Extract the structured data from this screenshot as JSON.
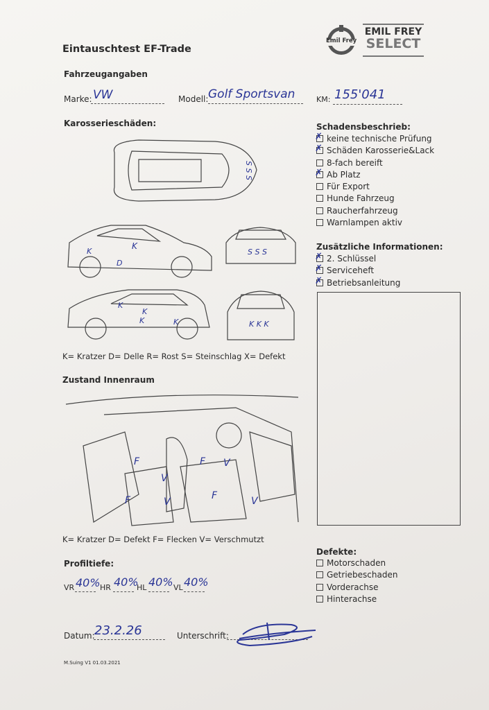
{
  "logo": {
    "emblem_text": "Emil Frey",
    "line1": "EMIL FREY",
    "line2": "SELECT"
  },
  "title": "Eintauschtest EF-Trade",
  "vehicle": {
    "heading": "Fahrzeugangaben",
    "brand_label": "Marke:",
    "brand_value": "VW",
    "model_label": "Modell:",
    "model_value": "Golf Sportsvan",
    "km_label": "KM:",
    "km_value": "155'041"
  },
  "body_damage": {
    "heading": "Karosserieschäden:",
    "marks": {
      "top": "S S S",
      "side1_k": "K",
      "side1_k2": "K",
      "side1_d": "D",
      "front": "S S S",
      "side2_k1": "K",
      "side2_k2": "K",
      "side2_k3": "K",
      "side2_k4": "K",
      "rear": "K K K"
    },
    "legend": "K= Kratzer D= Delle R= Rost S= Steinschlag X= Defekt"
  },
  "interior": {
    "heading": "Zustand Innenraum",
    "marks": [
      "F",
      "V",
      "F",
      "V",
      "F",
      "V",
      "F",
      "V"
    ],
    "legend": "K= Kratzer D= Defekt F= Flecken V= Verschmutzt"
  },
  "damage_description": {
    "heading": "Schadensbeschrieb:",
    "items": [
      {
        "label": "keine technische Prüfung",
        "checked": true
      },
      {
        "label": "Schäden Karosserie&Lack",
        "checked": true
      },
      {
        "label": "8-fach bereift",
        "checked": false
      },
      {
        "label": "Ab Platz",
        "checked": true
      },
      {
        "label": "Für Export",
        "checked": false
      },
      {
        "label": "Hunde Fahrzeug",
        "checked": false
      },
      {
        "label": "Raucherfahrzeug",
        "checked": false
      },
      {
        "label": "Warnlampen aktiv",
        "checked": false
      }
    ]
  },
  "additional_info": {
    "heading": "Zusätzliche Informationen:",
    "items": [
      {
        "label": "2. Schlüssel",
        "checked": true
      },
      {
        "label": "Serviceheft",
        "checked": true
      },
      {
        "label": "Betriebsanleitung",
        "checked": true
      }
    ]
  },
  "tread": {
    "heading": "Profiltiefe:",
    "vr_label": "VR",
    "vr_value": "40%",
    "hr_label": "HR",
    "hr_value": "40%",
    "hl_label": "HL",
    "hl_value": "40%",
    "vl_label": "VL",
    "vl_value": "40%"
  },
  "defects": {
    "heading": "Defekte:",
    "items": [
      {
        "label": "Motorschaden",
        "checked": false
      },
      {
        "label": "Getriebeschaden",
        "checked": false
      },
      {
        "label": "Vorderachse",
        "checked": false
      },
      {
        "label": "Hinterachse",
        "checked": false
      }
    ]
  },
  "date_label": "Datum:",
  "date_value": "23.2.26",
  "signature_label": "Unterschrift:",
  "footer": "M.Suing V1 01.03.2021",
  "colors": {
    "ink": "#2a3596",
    "text": "#2b2b2b"
  }
}
